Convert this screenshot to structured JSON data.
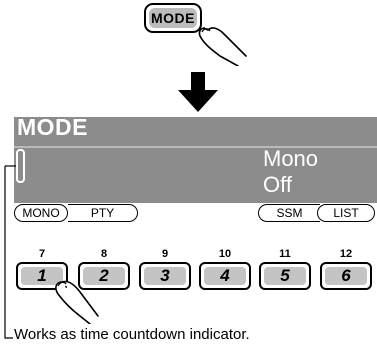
{
  "mode_button": {
    "label": "MODE"
  },
  "display": {
    "title": "MODE",
    "line1": "Mono",
    "line2": "Off",
    "tabs": [
      {
        "label": "MONO"
      },
      {
        "label": "PTY"
      },
      {
        "label": "SSM"
      },
      {
        "label": "LIST"
      }
    ]
  },
  "presets": [
    {
      "number": "7",
      "label": "1"
    },
    {
      "number": "8",
      "label": "2"
    },
    {
      "number": "9",
      "label": "3"
    },
    {
      "number": "10",
      "label": "4"
    },
    {
      "number": "11",
      "label": "5"
    },
    {
      "number": "12",
      "label": "6"
    }
  ],
  "caption": "Works as time countdown indicator.",
  "colors": {
    "panel": "#8c8c8c",
    "button_face": "#c4c4c4"
  },
  "icons": {
    "hand": "pointing-hand-icon",
    "arrow": "down-arrow-icon"
  }
}
